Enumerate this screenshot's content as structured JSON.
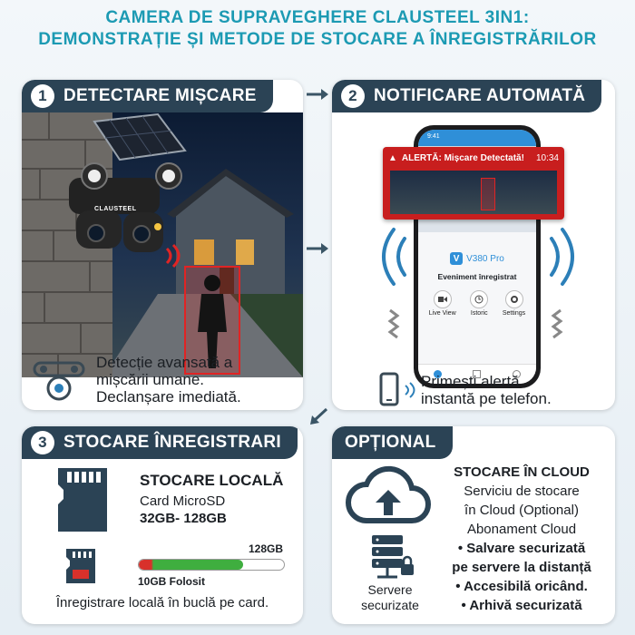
{
  "title": {
    "line1": "CAMERA DE SUPRAVEGHERE CLAUSTEEL 3IN1:",
    "line2": "DEMONSTRAȚIE ȘI METODE DE STOCARE A ÎNREGISTRĂRILOR"
  },
  "panel1": {
    "number": "1",
    "header": "DETECTARE MIȘCARE",
    "camera_brand": "CLAUSTEEL",
    "caption_line1": "Detecție avansată a",
    "caption_line2": "mișcării umane.",
    "caption_line3": "Declanșare imediată."
  },
  "panel2": {
    "number": "2",
    "header": "NOTIFICARE AUTOMATĂ",
    "status_time": "9:41",
    "alert_text": "ALERTĂ: Mișcare Detectată!",
    "alert_time": "10:34",
    "app_name": "V380 Pro",
    "app_event": "Eveniment înregistrat",
    "app_buttons": [
      "Live View",
      "Istoric",
      "Settings"
    ],
    "caption_line1": "Primești alertă",
    "caption_line2": "instantă pe telefon."
  },
  "panel3": {
    "number": "3",
    "header": "STOCARE ÎNREGISTRARI",
    "local_title": "STOCARE LOCALĂ",
    "card_type": "Card MicroSD",
    "card_size": "32GB- 128GB",
    "capacity": "128GB",
    "used_label": "10GB Folosit",
    "used_fraction": 0.078,
    "footer": "Înregistrare locală în buclă pe card."
  },
  "panel4": {
    "header": "OPȚIONAL",
    "cloud_title": "STOCARE ÎN CLOUD",
    "line1": "Serviciu de stocare",
    "line2": "în Cloud (Optional)",
    "line3": "Abonament Cloud",
    "bullet1": "• Salvare securizată",
    "bullet2": "pe servere la distanță",
    "bullet3": "• Accesibilă oricând.",
    "bullet4": "• Arhivă securizată",
    "servers_line1": "Servere",
    "servers_line2": "securizate"
  },
  "colors": {
    "title": "#1c9ab3",
    "header_bg": "#2b4355",
    "alert_red": "#c81e1e",
    "bar_green": "#3fae3f",
    "bar_red": "#d8312b",
    "icon_blue": "#2c7fb8"
  }
}
